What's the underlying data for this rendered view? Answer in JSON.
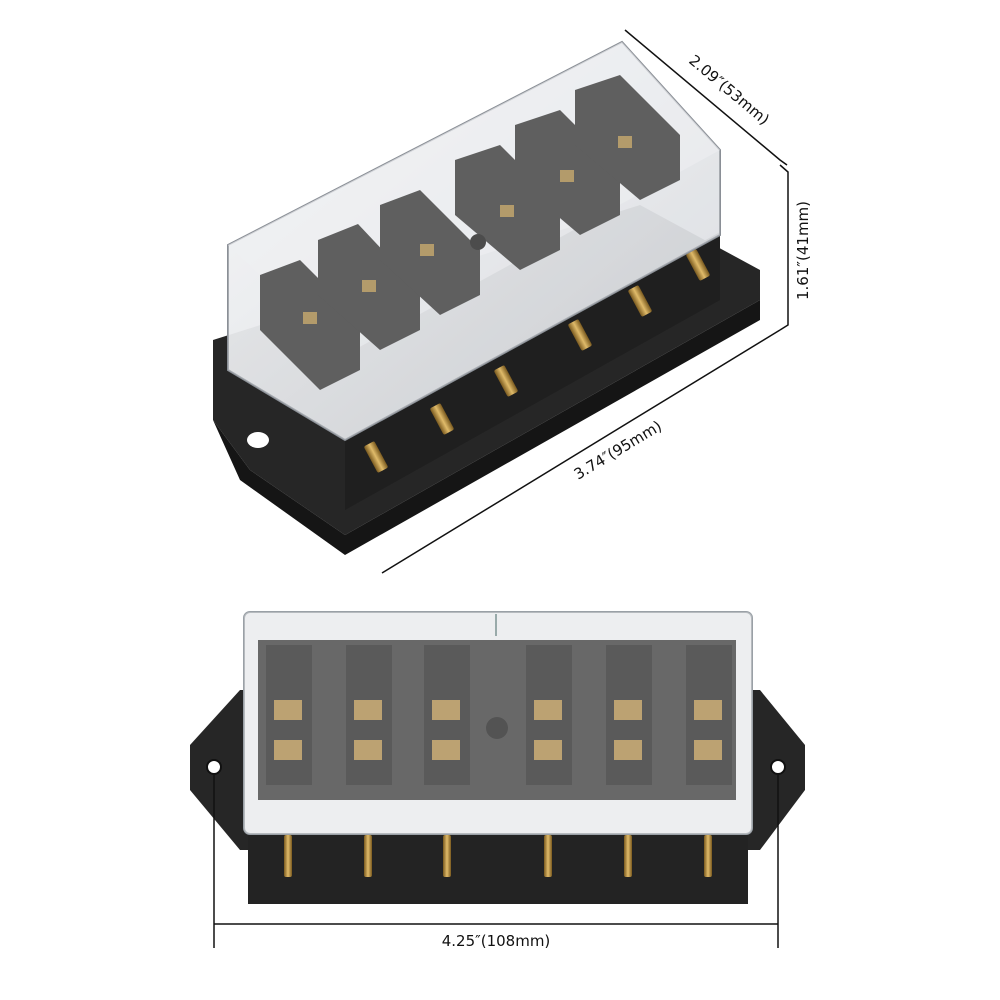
{
  "product": {
    "name": "6-way blade fuse box with transparent cover",
    "fuse_slots": 6,
    "terminals_per_side": 6
  },
  "colors": {
    "base": "#2b2b2b",
    "base_dark": "#1d1d1d",
    "cover_tint": "#d9dde2",
    "terminal_brass": "#b8903f",
    "dimension_line": "#111111"
  },
  "dimensions": {
    "depth": "2.09″(53mm)",
    "height": "1.61″(41mm)",
    "length": "3.74″(95mm)",
    "width": "4.25″(108mm)"
  }
}
